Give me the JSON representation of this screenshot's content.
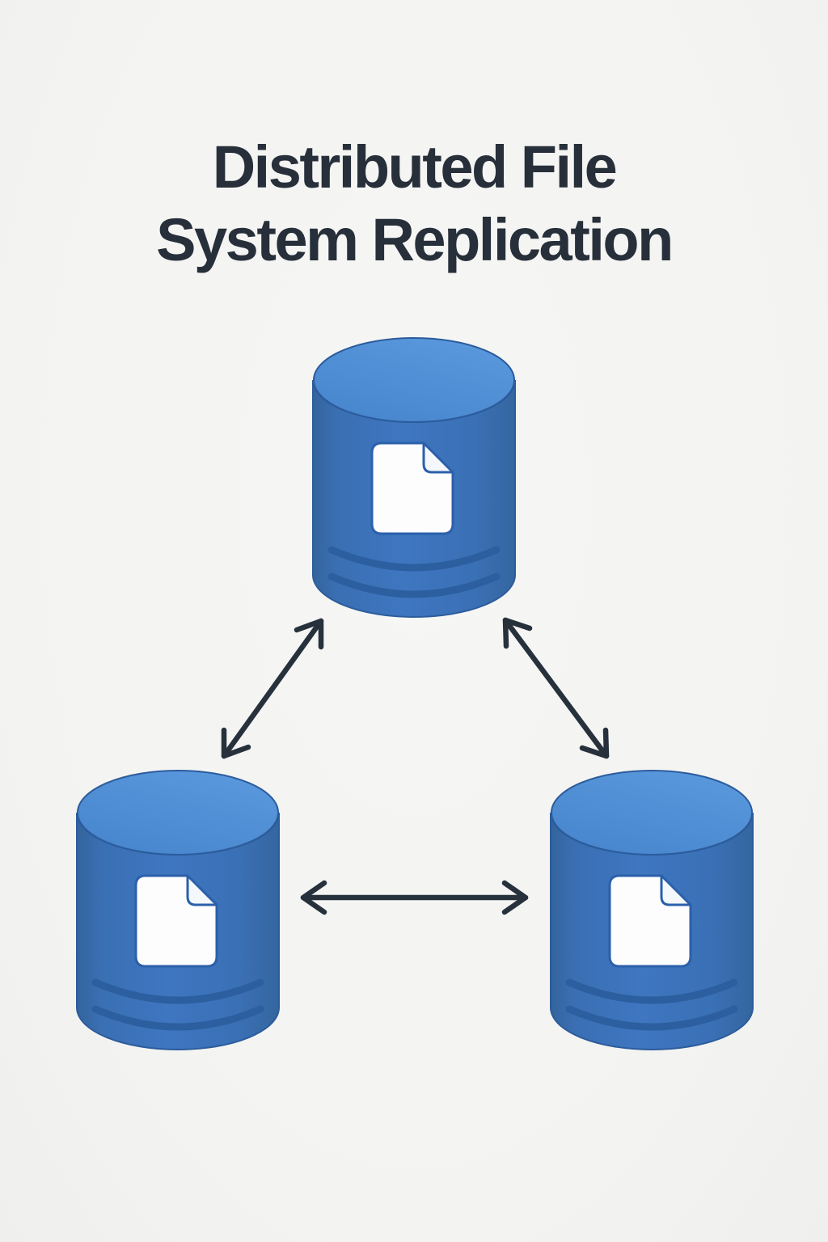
{
  "title": {
    "line1": "Distributed File",
    "line2": "System Replication"
  },
  "diagram": {
    "type": "replication-topology",
    "nodes": [
      {
        "id": "top",
        "kind": "database-cylinder",
        "icon": "document-icon",
        "position": "top-center"
      },
      {
        "id": "bottom-left",
        "kind": "database-cylinder",
        "icon": "document-icon",
        "position": "bottom-left"
      },
      {
        "id": "bottom-right",
        "kind": "database-cylinder",
        "icon": "document-icon",
        "position": "bottom-right"
      }
    ],
    "connections": [
      {
        "from": "top",
        "to": "bottom-left",
        "type": "bidirectional-arrow"
      },
      {
        "from": "top",
        "to": "bottom-right",
        "type": "bidirectional-arrow"
      },
      {
        "from": "bottom-left",
        "to": "bottom-right",
        "type": "bidirectional-arrow"
      }
    ],
    "colors": {
      "background": "#f4f4f2",
      "title_text": "#272f3a",
      "cylinder_body": "#3b70b7",
      "cylinder_body_edge": "#33649d",
      "cylinder_top": "#4e8cd2",
      "cylinder_outline": "#2c5c9c",
      "stripe": "#2c5f9f",
      "document_fill": "#fdfdfd",
      "document_outline": "#2b60aa",
      "arrow": "#27313c"
    }
  }
}
